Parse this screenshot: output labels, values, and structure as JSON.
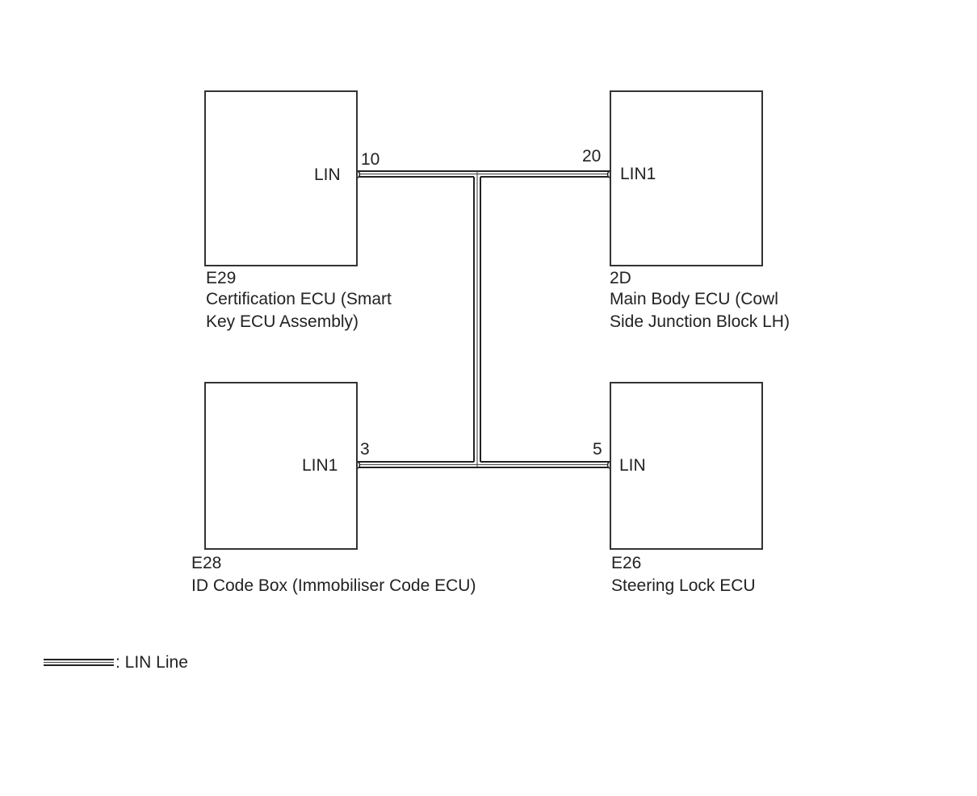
{
  "ecus": [
    {
      "id": "E29",
      "name_line1": "Certification ECU (Smart",
      "name_line2": "Key ECU Assembly)",
      "pin_number": "10",
      "terminal": "LIN"
    },
    {
      "id": "2D",
      "name_line1": "Main Body ECU (Cowl",
      "name_line2": "Side Junction Block LH)",
      "pin_number": "20",
      "terminal": "LIN1"
    },
    {
      "id": "E28",
      "name_line1": "ID Code Box (Immobiliser Code ECU)",
      "name_line2": "",
      "pin_number": "3",
      "terminal": "LIN1"
    },
    {
      "id": "E26",
      "name_line1": "Steering Lock ECU",
      "name_line2": "",
      "pin_number": "5",
      "terminal": "LIN"
    }
  ],
  "legend": {
    "text": ": LIN Line"
  },
  "colors": {
    "line": "#222222",
    "background": "#ffffff"
  }
}
